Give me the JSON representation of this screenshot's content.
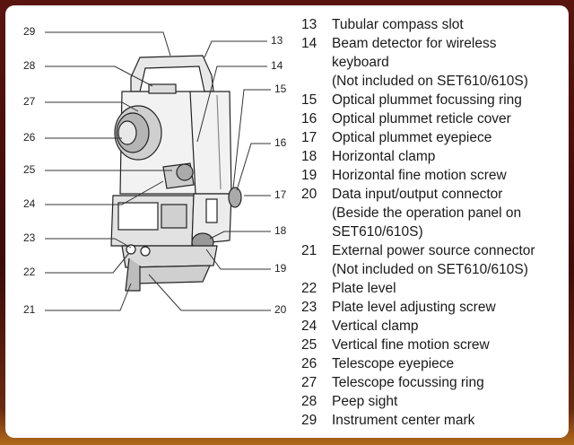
{
  "callouts": {
    "left": [
      "29",
      "28",
      "27",
      "26",
      "25",
      "24",
      "23",
      "22",
      "21"
    ],
    "right": [
      "13",
      "14",
      "15",
      "16",
      "17",
      "18",
      "19",
      "20"
    ]
  },
  "legend": [
    {
      "num": "13",
      "lines": [
        "Tubular compass slot"
      ]
    },
    {
      "num": "14",
      "lines": [
        "Beam detector for wireless",
        "keyboard",
        "(Not included on SET610/610S)"
      ]
    },
    {
      "num": "15",
      "lines": [
        "Optical plummet focussing ring"
      ]
    },
    {
      "num": "16",
      "lines": [
        "Optical plummet reticle cover"
      ]
    },
    {
      "num": "17",
      "lines": [
        "Optical plummet eyepiece"
      ]
    },
    {
      "num": "18",
      "lines": [
        "Horizontal clamp"
      ]
    },
    {
      "num": "19",
      "lines": [
        "Horizontal fine motion screw"
      ]
    },
    {
      "num": "20",
      "lines": [
        "Data input/output connector",
        "(Beside the operation panel on",
        "SET610/610S)"
      ]
    },
    {
      "num": "21",
      "lines": [
        "External power source connector",
        "(Not included on SET610/610S)"
      ]
    },
    {
      "num": "22",
      "lines": [
        "Plate level"
      ]
    },
    {
      "num": "23",
      "lines": [
        "Plate level adjusting screw"
      ]
    },
    {
      "num": "24",
      "lines": [
        "Vertical clamp"
      ]
    },
    {
      "num": "25",
      "lines": [
        "Vertical fine motion screw"
      ]
    },
    {
      "num": "26",
      "lines": [
        "Telescope eyepiece"
      ]
    },
    {
      "num": "27",
      "lines": [
        "Telescope focussing ring"
      ]
    },
    {
      "num": "28",
      "lines": [
        "Peep sight"
      ]
    },
    {
      "num": "29",
      "lines": [
        "Instrument center mark"
      ]
    }
  ]
}
